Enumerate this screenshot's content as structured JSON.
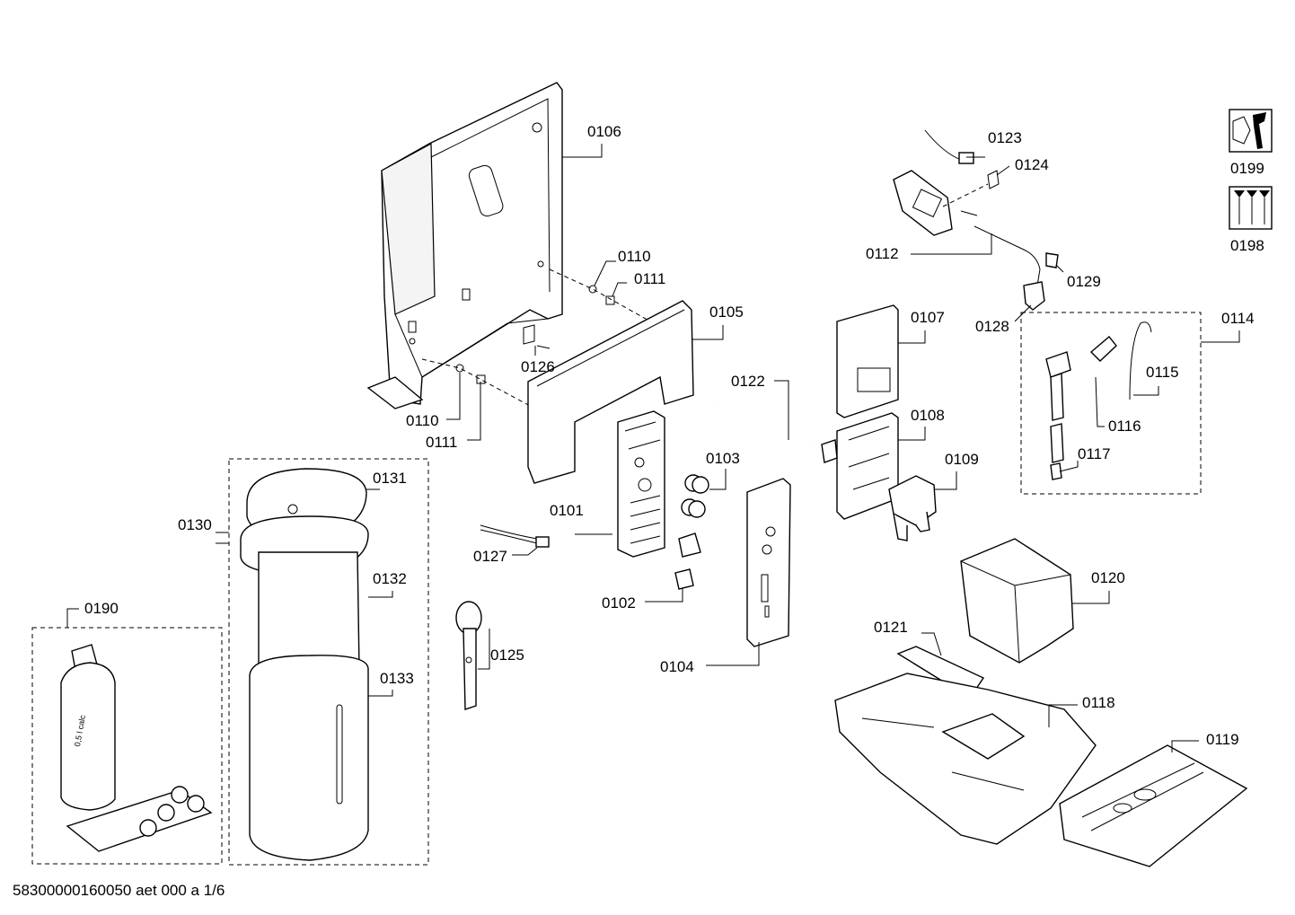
{
  "labels": {
    "p0106": "0106",
    "p0110a": "0110",
    "p0111a": "0111",
    "p0105": "0105",
    "p0126": "0126",
    "p0110b": "0110",
    "p0111b": "0111",
    "p0123": "0123",
    "p0124": "0124",
    "p0112": "0112",
    "p0129": "0129",
    "p0128": "0128",
    "p0199": "0199",
    "p0198": "0198",
    "p0107": "0107",
    "p0114": "0114",
    "p0115": "0115",
    "p0116": "0116",
    "p0117": "0117",
    "p0122": "0122",
    "p0108": "0108",
    "p0109": "0109",
    "p0103": "0103",
    "p0101": "0101",
    "p0127": "0127",
    "p0102": "0102",
    "p0104": "0104",
    "p0131": "0131",
    "p0130": "0130",
    "p0132": "0132",
    "p0133": "0133",
    "p0125": "0125",
    "p0190": "0190",
    "p0120": "0120",
    "p0121": "0121",
    "p0118": "0118",
    "p0119": "0119"
  },
  "bottle_text": "0,5 l calc",
  "footer": "58300000160050 aet 000 a 1/6"
}
